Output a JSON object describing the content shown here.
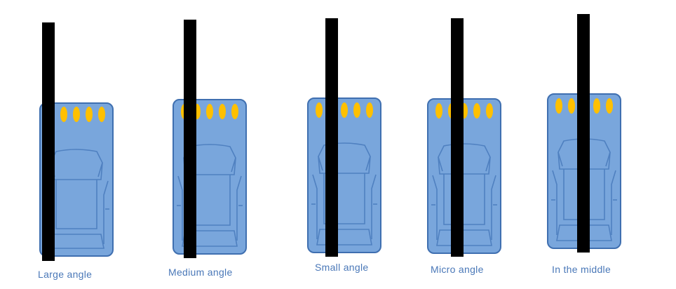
{
  "panels": [
    {
      "caption": "Large angle"
    },
    {
      "caption": "Medium angle"
    },
    {
      "caption": "Small angle"
    },
    {
      "caption": "Micro angle"
    },
    {
      "caption": "In the middle"
    }
  ],
  "colors": {
    "car_fill": "#79a6dc",
    "car_outline": "#3f6fb0",
    "light": "#ffc000",
    "bar": "#000000",
    "caption": "#4a78b8"
  }
}
